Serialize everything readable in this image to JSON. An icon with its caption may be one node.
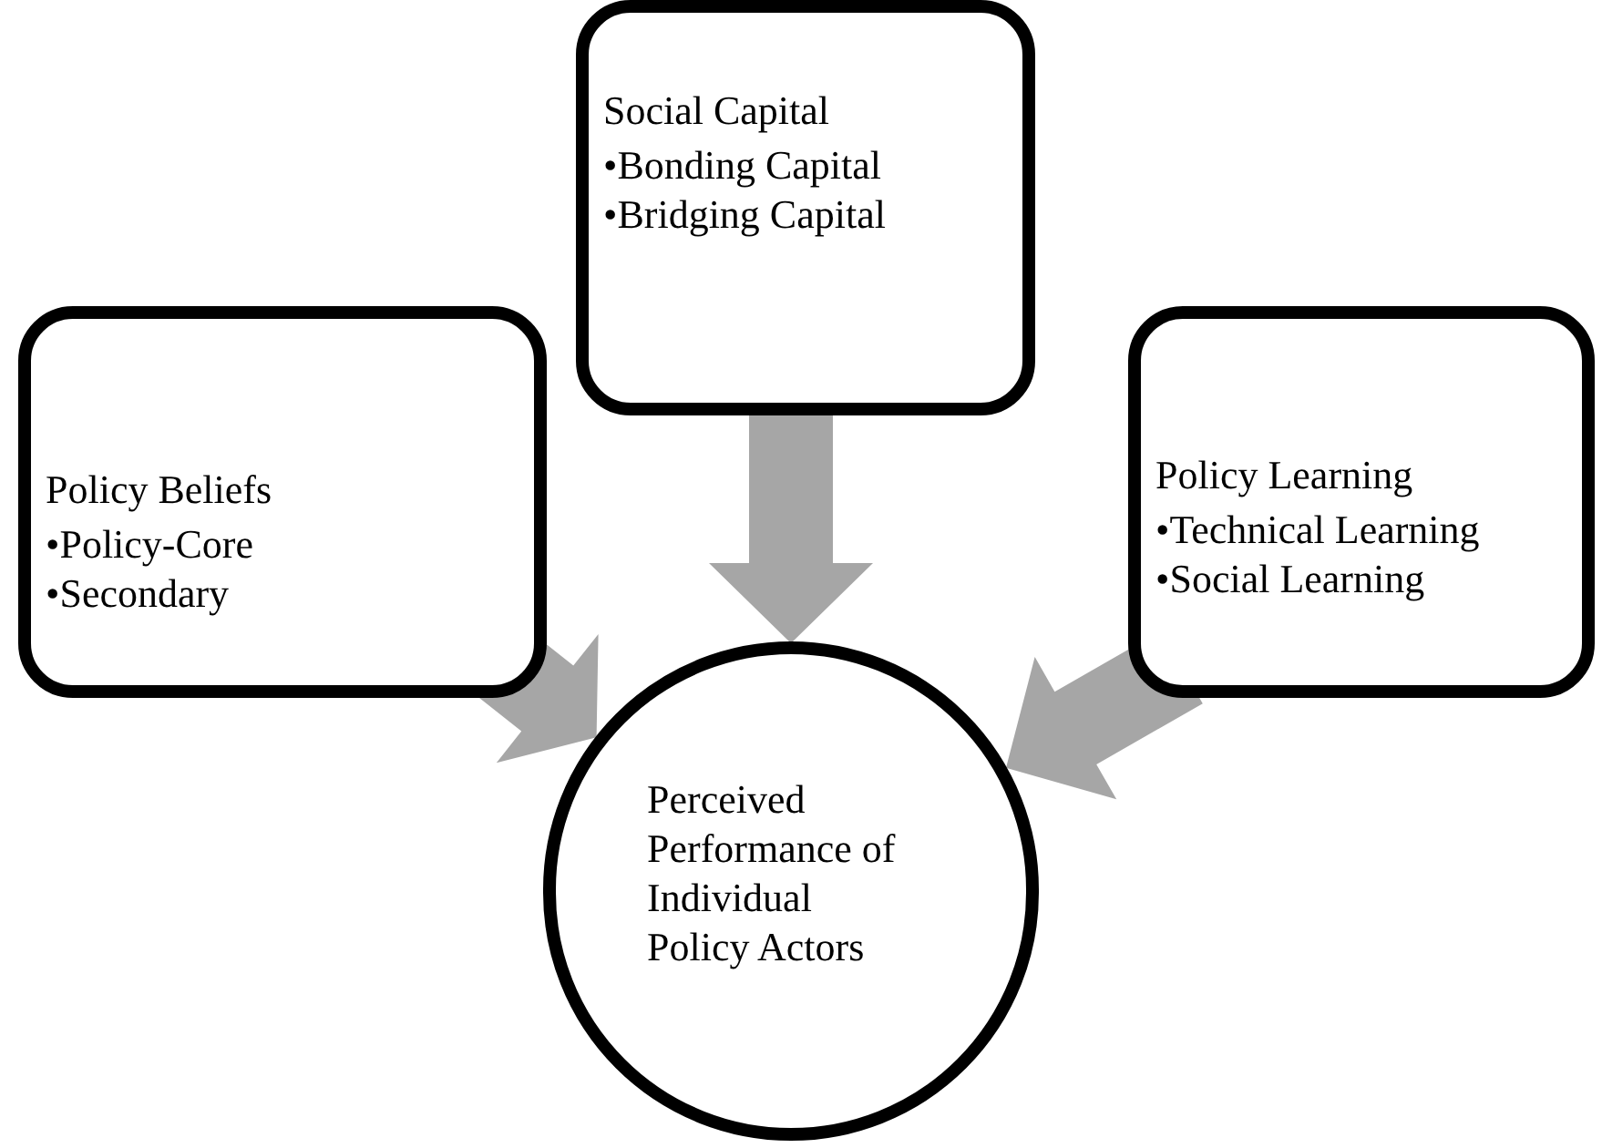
{
  "diagram": {
    "nodes": [
      {
        "text": [
          "Social Capital",
          "•Bonding Capital",
          "•Bridging Capital"
        ]
      },
      {
        "text": [
          "Policy Beliefs",
          "•Policy-Core",
          "•Secondary"
        ]
      },
      {
        "text": [
          "Policy Learning",
          "•Technical Learning",
          "•Social Learning"
        ]
      },
      {
        "text": [
          "Perceived Performance of Individual Policy Actors"
        ]
      }
    ],
    "edges": [
      {
        "from": 0,
        "to": 3,
        "arrow": "to",
        "style": "thick",
        "color": "#a6a6a6"
      },
      {
        "from": 1,
        "to": 3,
        "arrow": "to",
        "style": "thick",
        "color": "#a6a6a6"
      },
      {
        "from": 2,
        "to": 3,
        "arrow": "to",
        "style": "thick",
        "color": "#a6a6a6"
      }
    ]
  }
}
